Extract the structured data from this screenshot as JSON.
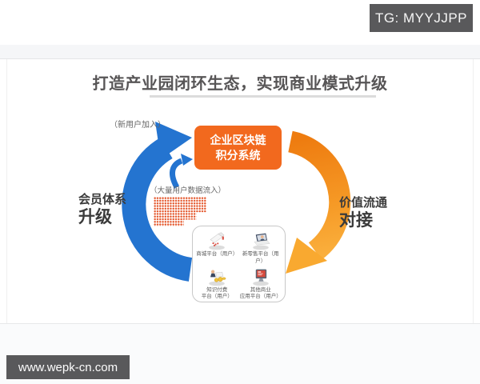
{
  "overlay": {
    "tg_badge": "TG: MYYJJPP",
    "watermark": "www.wepk-cn.com"
  },
  "title": "打造产业园闭环生态，实现商业模式升级",
  "diagram": {
    "center_box": {
      "line1": "企业区块链",
      "line2": "积分系统"
    },
    "annotations": {
      "new_users": "（新用户加入）",
      "data_inflow": "（大量用户数据流入）"
    },
    "left_label": {
      "line1": "会员体系",
      "line2": "升级"
    },
    "right_label": {
      "line1": "价值流通",
      "line2": "对接"
    },
    "platforms": [
      {
        "icon": "shopping-hand-icon",
        "lines": [
          "商城平台（用户）"
        ]
      },
      {
        "icon": "laptop-icon",
        "lines": [
          "新零售平台（用户）"
        ]
      },
      {
        "icon": "money-calculator-icon",
        "lines": [
          "知识付费",
          "平台（用户）"
        ]
      },
      {
        "icon": "monitor-icon",
        "lines": [
          "其他商业",
          "应用平台（用户）"
        ]
      }
    ]
  },
  "colors": {
    "accent_orange": "#F2691E",
    "arrow_blue": "#2474D0",
    "arrow_orange_start": "#EE7C10",
    "arrow_orange_end": "#FBB442",
    "dots_orange": "#E4582D",
    "badge_bg": "#59595B"
  }
}
